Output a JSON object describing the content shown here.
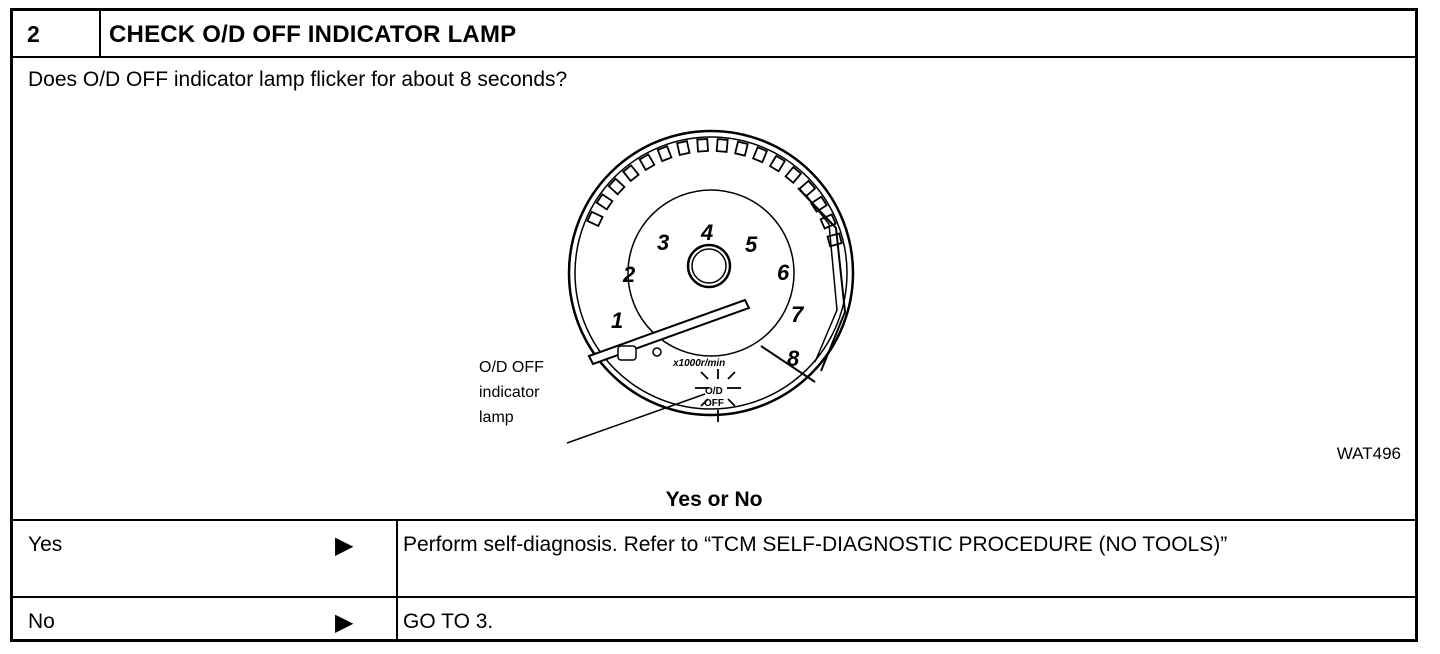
{
  "step": {
    "number": "2",
    "title": "CHECK O/D OFF INDICATOR LAMP"
  },
  "question": "Does O/D OFF indicator lamp flicker for about 8 seconds?",
  "figure": {
    "id": "WAT496",
    "gauge_numbers": [
      "1",
      "2",
      "3",
      "4",
      "5",
      "6",
      "7",
      "8"
    ],
    "unit": "x1000r/min",
    "lamp_text_line1": "O/D",
    "lamp_text_line2": "OFF",
    "callout_line1": "O/D OFF",
    "callout_line2": "indicator",
    "callout_line3": "lamp"
  },
  "prompt": "Yes or No",
  "answers": [
    {
      "label": "Yes",
      "arrow": "▶",
      "result": "Perform self-diagnosis. Refer to “TCM SELF-DIAGNOSTIC PROCEDURE (NO TOOLS)”"
    },
    {
      "label": "No",
      "arrow": "▶",
      "result": "GO TO 3."
    }
  ]
}
